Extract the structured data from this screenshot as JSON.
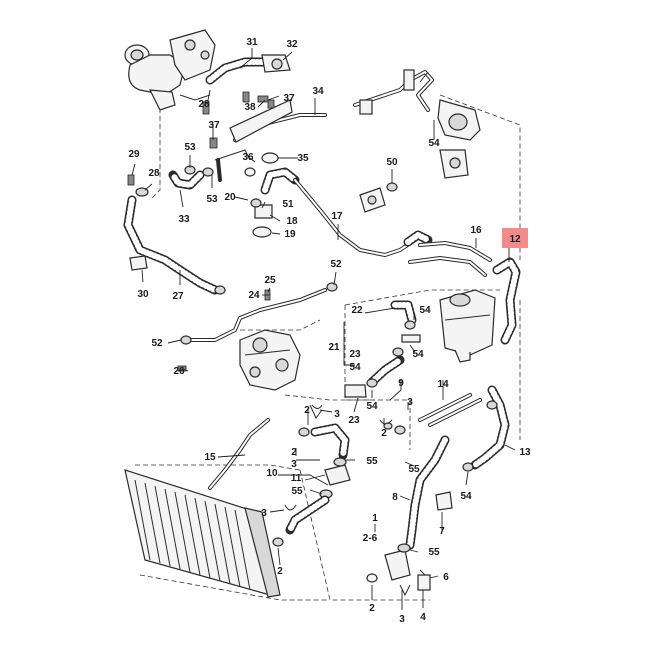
{
  "highlight": {
    "label": "12",
    "color": "#f28c8c"
  },
  "callouts": [
    {
      "id": "c31",
      "text": "31"
    },
    {
      "id": "c32",
      "text": "32"
    },
    {
      "id": "c28a",
      "text": "28"
    },
    {
      "id": "c38",
      "text": "38"
    },
    {
      "id": "c37a",
      "text": "37"
    },
    {
      "id": "c34",
      "text": "34"
    },
    {
      "id": "c37b",
      "text": "37"
    },
    {
      "id": "c54a",
      "text": "54"
    },
    {
      "id": "c53a",
      "text": "53"
    },
    {
      "id": "c36",
      "text": "36"
    },
    {
      "id": "c35",
      "text": "35"
    },
    {
      "id": "c29",
      "text": "29"
    },
    {
      "id": "c28b",
      "text": "28"
    },
    {
      "id": "c50",
      "text": "50"
    },
    {
      "id": "c53b",
      "text": "53"
    },
    {
      "id": "c20",
      "text": "20"
    },
    {
      "id": "c51",
      "text": "51"
    },
    {
      "id": "c33",
      "text": "33"
    },
    {
      "id": "c18",
      "text": "18"
    },
    {
      "id": "c17",
      "text": "17"
    },
    {
      "id": "c19",
      "text": "19"
    },
    {
      "id": "c16",
      "text": "16"
    },
    {
      "id": "c52a",
      "text": "52"
    },
    {
      "id": "c25",
      "text": "25"
    },
    {
      "id": "c30",
      "text": "30"
    },
    {
      "id": "c27",
      "text": "27"
    },
    {
      "id": "c24",
      "text": "24"
    },
    {
      "id": "c22",
      "text": "22"
    },
    {
      "id": "c54b",
      "text": "54"
    },
    {
      "id": "c52b",
      "text": "52"
    },
    {
      "id": "c21",
      "text": "21"
    },
    {
      "id": "c23",
      "text": "23"
    },
    {
      "id": "c54c",
      "text": "54"
    },
    {
      "id": "c26",
      "text": "26"
    },
    {
      "id": "c14",
      "text": "14"
    },
    {
      "id": "c9",
      "text": "9"
    },
    {
      "id": "c54d",
      "text": "54"
    },
    {
      "id": "c23b",
      "text": "23"
    },
    {
      "id": "c2a",
      "text": "2"
    },
    {
      "id": "c3a",
      "text": "3"
    },
    {
      "id": "c3b",
      "text": "3"
    },
    {
      "id": "c2b",
      "text": "2"
    },
    {
      "id": "c13",
      "text": "13"
    },
    {
      "id": "c15",
      "text": "15"
    },
    {
      "id": "c2c",
      "text": "2"
    },
    {
      "id": "c3c",
      "text": "3"
    },
    {
      "id": "c55a",
      "text": "55"
    },
    {
      "id": "c55b",
      "text": "55"
    },
    {
      "id": "c10",
      "text": "10"
    },
    {
      "id": "c11",
      "text": "11"
    },
    {
      "id": "c54e",
      "text": "54"
    },
    {
      "id": "c55c",
      "text": "55"
    },
    {
      "id": "c8",
      "text": "8"
    },
    {
      "id": "c3d",
      "text": "3"
    },
    {
      "id": "c7",
      "text": "7"
    },
    {
      "id": "c1",
      "text": "1"
    },
    {
      "id": "c26b",
      "text": "2-6"
    },
    {
      "id": "c55d",
      "text": "55"
    },
    {
      "id": "c2d",
      "text": "2"
    },
    {
      "id": "c6",
      "text": "6"
    },
    {
      "id": "c2e",
      "text": "2"
    },
    {
      "id": "c3e",
      "text": "3"
    },
    {
      "id": "c4",
      "text": "4"
    }
  ]
}
